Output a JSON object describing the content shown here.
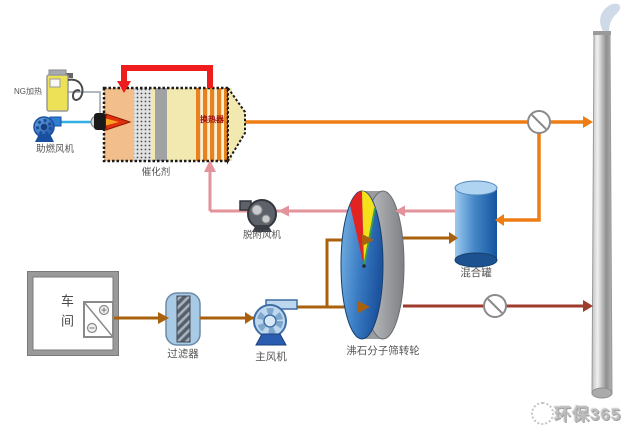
{
  "diagram": {
    "labels": {
      "ng_heater": "NG加热",
      "combustion_fan": "助燃风机",
      "catalyst": "催化剂",
      "heat_exchanger": "换热器",
      "desorption_fan": "脱附风机",
      "workshop": "车间",
      "filter": "过滤器",
      "main_fan": "主风机",
      "rotary_wheel": "沸石分子筛转轮",
      "mixing_tank": "混合罐"
    },
    "watermark": "环保365",
    "colors": {
      "hot_gas_orange": "#ED7D14",
      "process_air_brown": "#A9610E",
      "clean_exhaust_red": "#9E3B2B",
      "desorption_pink": "#E2939B",
      "recirculation_red": "#EE1C1C",
      "combustion_air_blue": "#33AEE3",
      "wheel_blue": "#3A7CC4",
      "wheel_red": "#E32222",
      "wheel_yellow": "#F5E11A",
      "tank_blue": "#4788C8"
    }
  }
}
